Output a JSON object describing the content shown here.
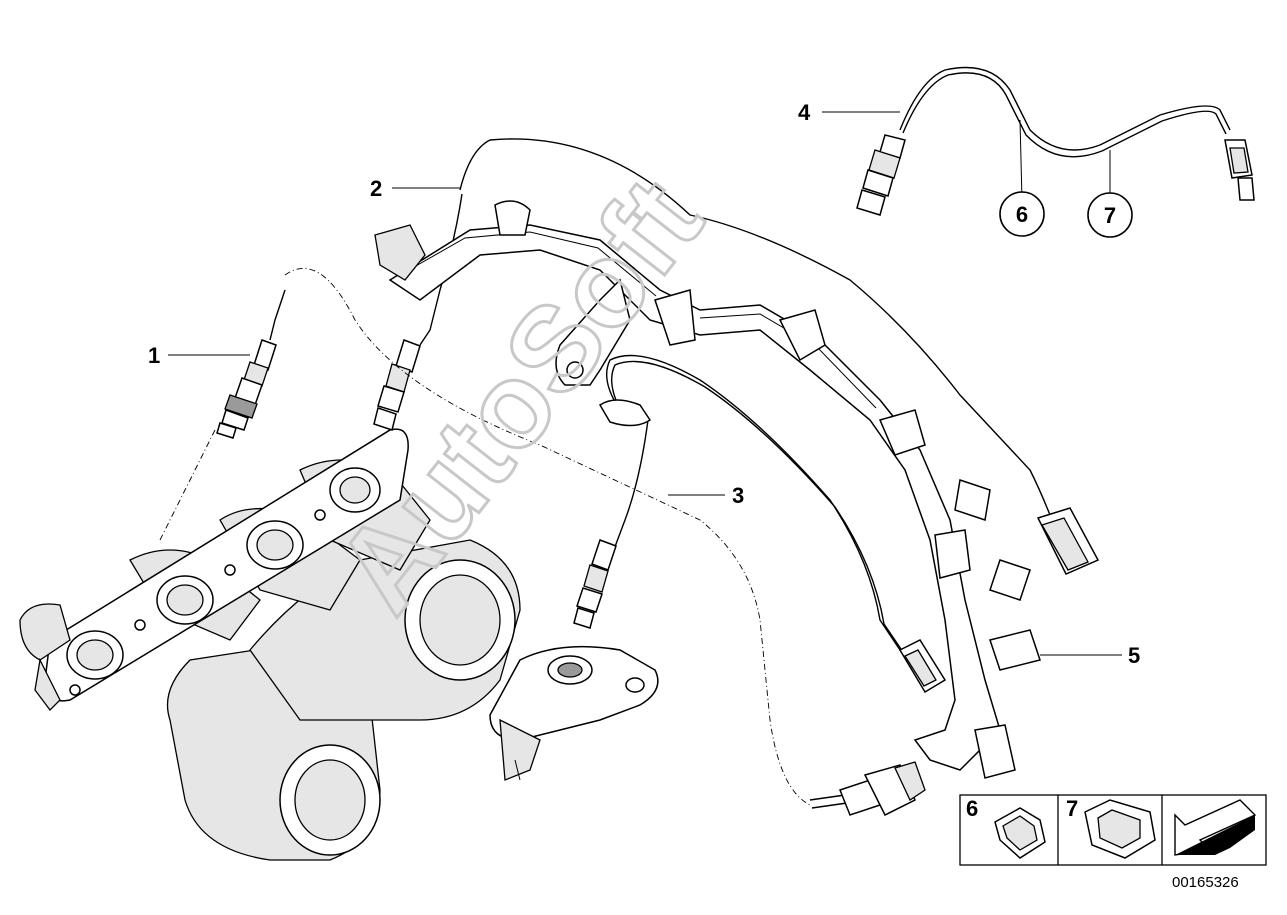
{
  "diagram": {
    "callouts": [
      "1",
      "2",
      "3",
      "4",
      "5"
    ],
    "circled_refs": [
      "6",
      "7"
    ],
    "legend_panel": [
      "6",
      "7"
    ],
    "watermark": "AutoSoft",
    "document_number": "00165326"
  }
}
